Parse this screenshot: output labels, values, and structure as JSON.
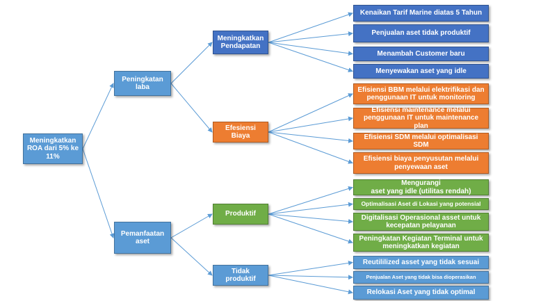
{
  "root": {
    "label": "Meningkatkan\nROA dari 5% ke\n11%"
  },
  "branches": [
    {
      "label": "Peningkatan\nlaba",
      "children": [
        {
          "label": "Meningkatkan\nPendapatan",
          "leaves": [
            "Kenaikan Tarif Marine diatas 5 Tahun",
            "Penjualan aset tidak produktif",
            "Menambah Customer baru",
            "Menyewakan aset yang idle"
          ]
        },
        {
          "label": "Efesiensi\nBiaya",
          "leaves": [
            "Efisiensi BBM melalui elektrifikasi dan\npenggunaan IT untuk monitoring",
            "Efisiensi maintenance melalui\npenggunaan IT untuk maintenance plan",
            "Efisiensi SDM melalui optimalisasi SDM",
            "Efisiensi biaya penyusutan melalui\npenyewaan aset"
          ]
        }
      ]
    },
    {
      "label": "Pemanfaatan\naset",
      "children": [
        {
          "label": "Produktif",
          "leaves": [
            "Mengurangi\naset yang idle (utilitas rendah)",
            "Optimalisasi Aset di Lokasi yang potensial",
            "Digitalisasi Operasional asset untuk\nkecepatan pelayanan",
            "Peningkatan Kegiatan Terminal untuk\nmeningkatkan kegiatan"
          ]
        },
        {
          "label": "Tidak\nproduktif",
          "leaves": [
            "Reutililized asset yang tidak sesuai",
            "Penjualan Aset yang tidak bisa dioperasikan",
            "Relokasi Aset yang tidak optimal"
          ]
        }
      ]
    }
  ],
  "colors": {
    "connector": "#5b9bd5",
    "level1": "#5b9bd5",
    "pendapatan": "#4472c4",
    "biaya": "#ed7d31",
    "produktif": "#70ad47",
    "tidak_produktif": "#5b9bd5"
  }
}
